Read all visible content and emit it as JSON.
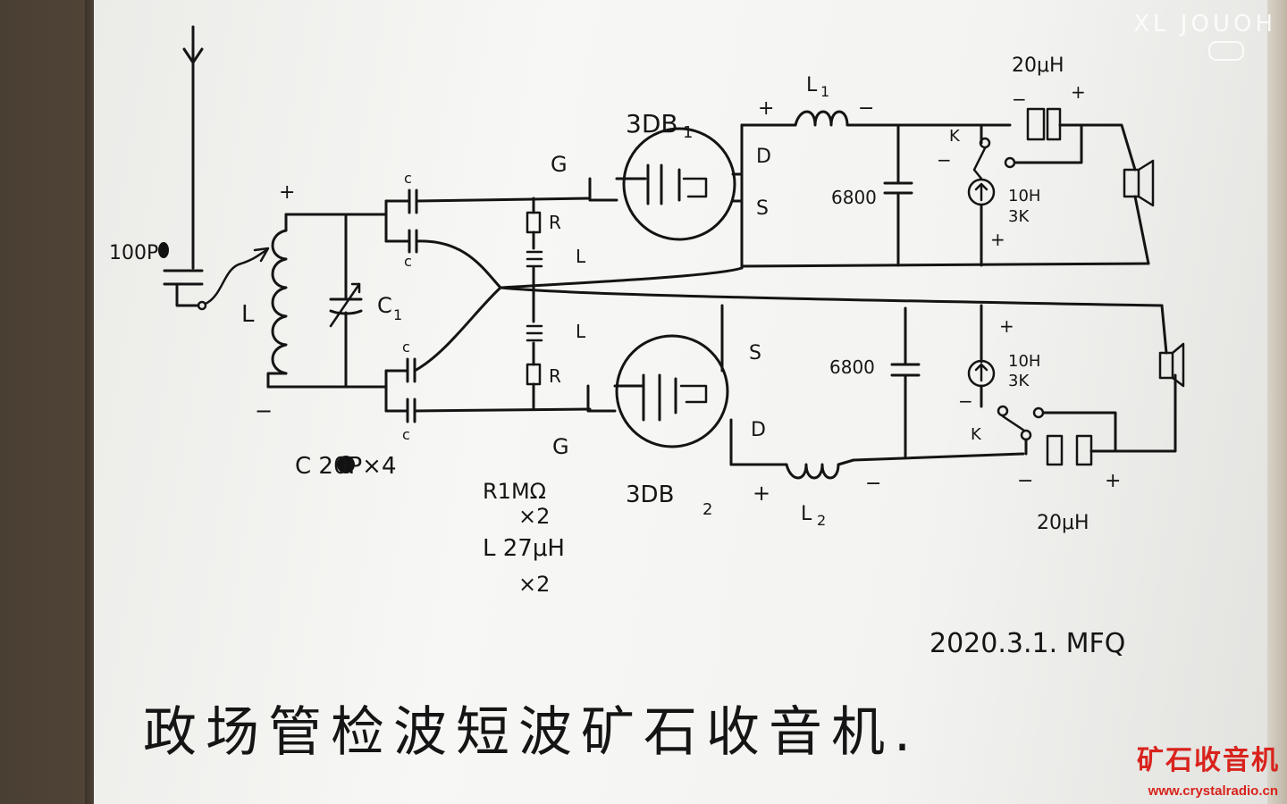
{
  "watermark": {
    "brand_text": "XL JOUOH",
    "site_logo": "矿石收音机",
    "site_url": "www.crystalradio.cn"
  },
  "schematic": {
    "antenna_cap": "100P",
    "polarity_plus": "+",
    "polarity_minus": "−",
    "coil_label": "L",
    "var_cap_label": "C",
    "var_cap_sub": "1",
    "c_top_1": "c",
    "c_top_2": "c",
    "c_bot_1": "c",
    "c_bot_2": "c",
    "cap_spec": "C  20P×4",
    "transistor_1": "3DB",
    "transistor_1_sub": "1",
    "transistor_2": "3DB",
    "transistor_2_sub": "2",
    "gate_1": "G",
    "drain_1": "D",
    "source_1": "S",
    "gate_2": "G",
    "drain_2": "D",
    "source_2": "S",
    "res_top": "R",
    "ind_top": "L",
    "res_bot": "R",
    "ind_bot": "L",
    "inductor_1": "L",
    "inductor_1_sub": "1",
    "inductor_2": "L",
    "inductor_2_sub": "2",
    "cap_top": "6800",
    "cap_bot": "6800",
    "meter_top": "10H",
    "meter_top_2": "3K",
    "meter_bot": "10H",
    "meter_bot_2": "3K",
    "switch_top": "K",
    "switch_bot": "K",
    "choke_top": "20μH",
    "choke_bot": "20μH",
    "parts_r": "R1MΩ",
    "parts_r_qty": "×2",
    "parts_l": "L 27μH",
    "parts_l_qty": "×2",
    "signature": "2020.3.1. MFQ",
    "title": "政场管检波短波矿石收音机."
  }
}
